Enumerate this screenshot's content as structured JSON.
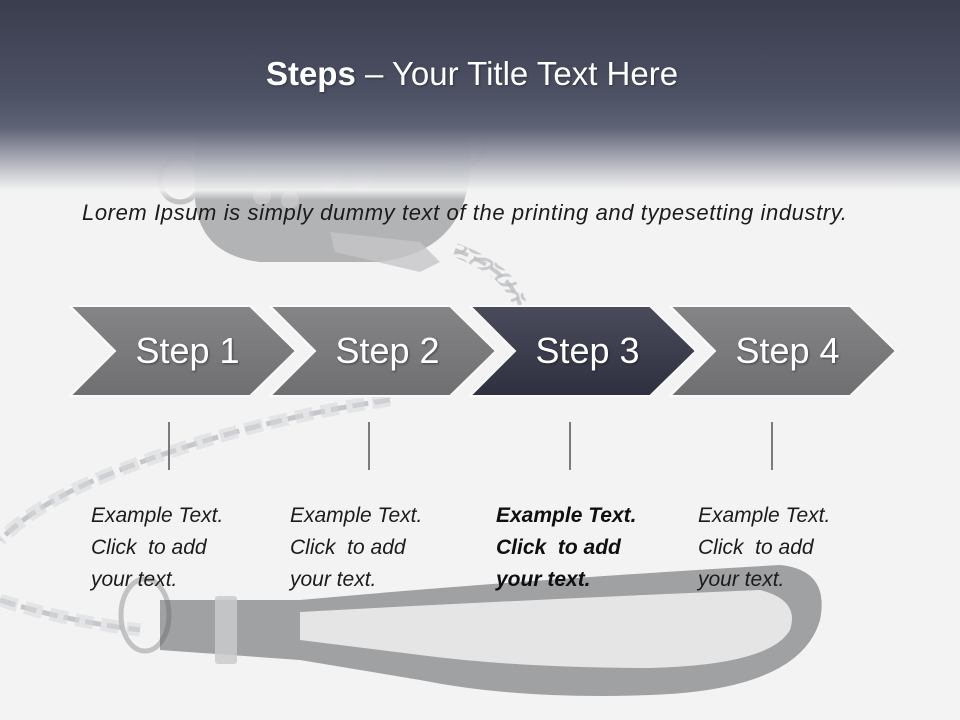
{
  "header": {
    "title_bold": "Steps",
    "title_rest": " – Your Title Text Here"
  },
  "intro": {
    "text": "Lorem Ipsum is simply dummy text of the printing and typesetting industry."
  },
  "steps": [
    {
      "label": "Step 1",
      "desc": [
        "Example Text.",
        "Click  to add",
        "your text."
      ],
      "active": false
    },
    {
      "label": "Step 2",
      "desc": [
        "Example Text.",
        "Click  to add",
        "your text."
      ],
      "active": false
    },
    {
      "label": "Step 3",
      "desc": [
        "Example Text.",
        "Click  to add",
        "your text."
      ],
      "active": true
    },
    {
      "label": "Step 4",
      "desc": [
        "Example Text.",
        "Click  to add",
        "your text."
      ],
      "active": false
    }
  ],
  "colors": {
    "header_dark": "#3a3d4e",
    "step_gray": "#7a7a7c",
    "step_active": "#3b3d4d",
    "text": "#1b1b1b"
  }
}
